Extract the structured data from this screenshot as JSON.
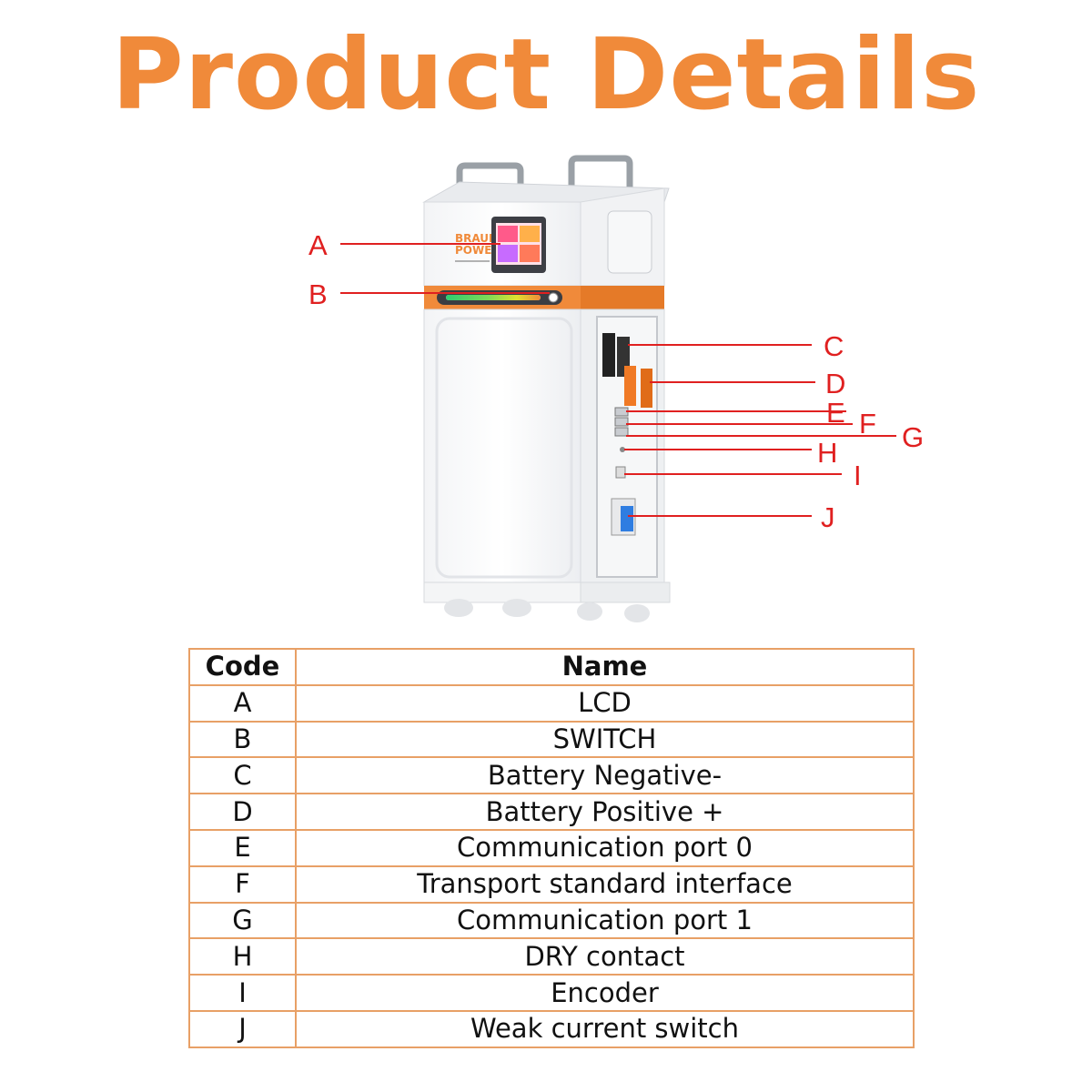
{
  "title": "Product Details",
  "product": {
    "brand_line1": "BRAUN",
    "brand_line2": "POWER",
    "colors": {
      "orange": "#f08a3a",
      "callout_red": "#e02020",
      "table_border": "#e8a066"
    }
  },
  "callouts": [
    {
      "code": "A"
    },
    {
      "code": "B"
    },
    {
      "code": "C"
    },
    {
      "code": "D"
    },
    {
      "code": "E"
    },
    {
      "code": "F"
    },
    {
      "code": "G"
    },
    {
      "code": "H"
    },
    {
      "code": "I"
    },
    {
      "code": "J"
    }
  ],
  "table": {
    "headers": [
      "Code",
      "Name"
    ],
    "rows": [
      {
        "code": "A",
        "name": "LCD"
      },
      {
        "code": "B",
        "name": "SWITCH"
      },
      {
        "code": "C",
        "name": "Battery Negative-"
      },
      {
        "code": "D",
        "name": "Battery Positive +"
      },
      {
        "code": "E",
        "name": "Communication port 0"
      },
      {
        "code": "F",
        "name": "Transport standard interface"
      },
      {
        "code": "G",
        "name": "Communication port 1"
      },
      {
        "code": "H",
        "name": "DRY contact"
      },
      {
        "code": "I",
        "name": "Encoder"
      },
      {
        "code": "J",
        "name": "Weak current switch"
      }
    ]
  }
}
